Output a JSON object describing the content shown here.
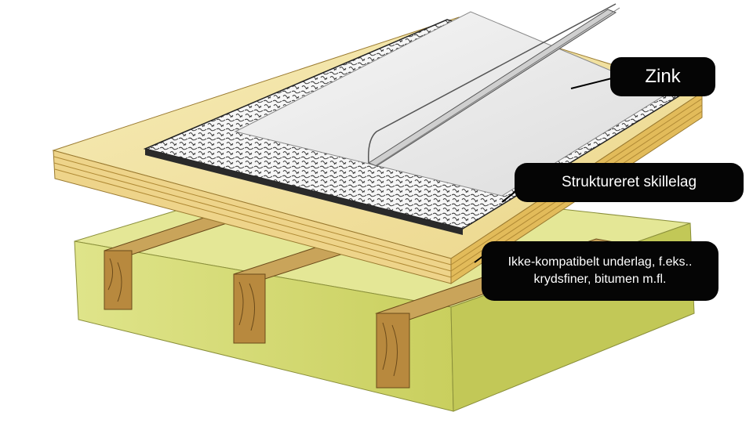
{
  "labels": {
    "zink": "Zink",
    "skillelag": "Struktureret skillelag",
    "underlag_line1": "Ikke-kompatibelt underlag, f.eks..",
    "underlag_line2": "krydsfiner, bitumen m.fl."
  },
  "colors": {
    "label_background": "#050505",
    "label_text": "#ffffff",
    "insulation": "#d9de7a",
    "insulation_dark": "#b9c050",
    "plywood": "#f1e3a2",
    "plywood_edge": "#e6c46c",
    "zinc": "#eeeeee",
    "beam_wood": "#c8a04c"
  }
}
